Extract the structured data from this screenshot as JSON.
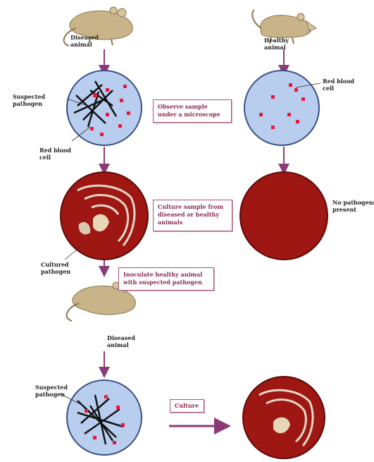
{
  "labels": {
    "diseased_animal_1": "Diseased\nanimal",
    "healthy_animal": "Healthy\nanimal",
    "suspected_pathogen_1": "Suspected\npathogen",
    "red_blood_cell_left": "Red blood\ncell",
    "red_blood_cell_right": "Red blood\ncell",
    "cultured_pathogen": "Cultured\npathogen",
    "no_pathogens": "No pathogens\npresent",
    "diseased_animal_2": "Diseased\nanimal",
    "suspected_pathogen_2": "Suspected\npathogen"
  },
  "boxes": {
    "observe": "Observe sample\nunder a microscope",
    "culture": "Culture sample from\ndiseased or healthy\nanimals",
    "inoculate": "Inoculate healthy animal\nwith suspected pathogen",
    "culture_final": "Culture"
  },
  "colors": {
    "slide_fill": "#b9cdee",
    "slide_stroke": "#3a4f86",
    "agar": "#9e1712",
    "arrow": "#8b3a78",
    "rbc": "#e8193a",
    "mouse": "#c9b48a"
  },
  "icons": [
    "mouse-icon",
    "microscope-slide-icon",
    "petri-dish-icon",
    "arrow-icon"
  ]
}
